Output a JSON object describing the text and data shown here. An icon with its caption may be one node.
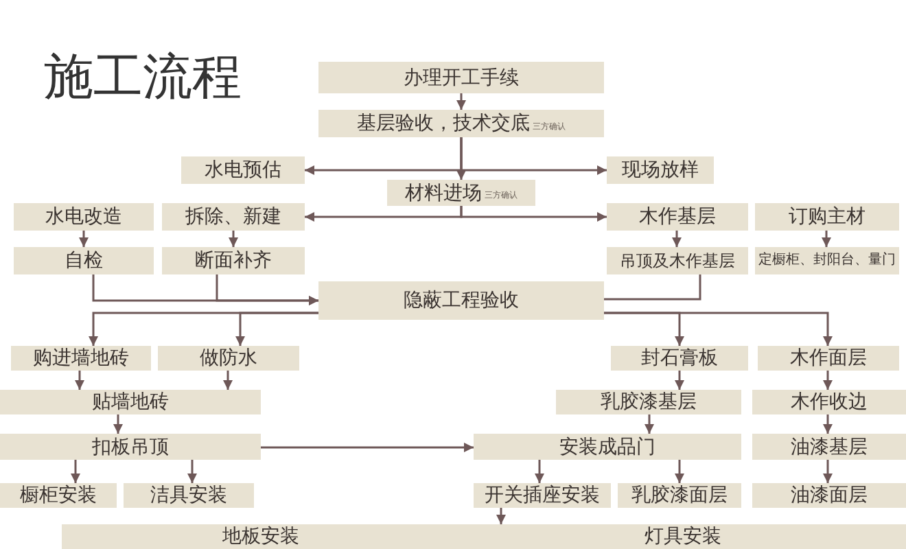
{
  "diagram": {
    "title": "施工流程",
    "nodes": [
      {
        "text": [
          "办理开工手续"
        ]
      },
      {
        "text": [
          "基层验收，技术交底",
          "三方确认"
        ]
      },
      {
        "text": [
          "水电预估"
        ]
      },
      {
        "text": [
          "现场放样"
        ]
      },
      {
        "text": [
          "材料进场",
          "三方确认"
        ]
      },
      {
        "text": [
          "水电改造"
        ]
      },
      {
        "text": [
          "拆除、新建"
        ]
      },
      {
        "text": [
          "木作基层"
        ]
      },
      {
        "text": [
          "订购主材"
        ]
      },
      {
        "text": [
          "自检"
        ]
      },
      {
        "text": [
          "断面补齐"
        ]
      },
      {
        "text": [
          "吊顶及木作基层"
        ]
      },
      {
        "text": [
          "定橱柜、封阳台、量门"
        ]
      },
      {
        "text": [
          "隐蔽工程验收"
        ]
      },
      {
        "text": [
          "购进墙地砖"
        ]
      },
      {
        "text": [
          "做防水"
        ]
      },
      {
        "text": [
          "封石膏板"
        ]
      },
      {
        "text": [
          "木作面层"
        ]
      },
      {
        "text": [
          "贴墙地砖"
        ]
      },
      {
        "text": [
          "乳胶漆基层"
        ]
      },
      {
        "text": [
          "木作收边"
        ]
      },
      {
        "text": [
          "扣板吊顶"
        ]
      },
      {
        "text": [
          "安装成品门"
        ]
      },
      {
        "text": [
          "油漆基层"
        ]
      },
      {
        "text": [
          "橱柜安装"
        ]
      },
      {
        "text": [
          "洁具安装"
        ]
      },
      {
        "text": [
          "开关插座安装"
        ]
      },
      {
        "text": [
          "乳胶漆面层"
        ]
      },
      {
        "text": [
          "油漆面层"
        ]
      },
      {
        "text": [
          "地板安装"
        ]
      },
      {
        "text": [
          "灯具安装"
        ]
      }
    ],
    "edges": [
      {
        "from": 0,
        "to": 1,
        "arrow": "to"
      },
      {
        "from": 1,
        "to": 2,
        "arrow": "to"
      },
      {
        "from": 1,
        "to": 3,
        "arrow": "to"
      },
      {
        "from": 1,
        "to": 4,
        "arrow": "to"
      },
      {
        "from": 4,
        "to": 6,
        "arrow": "to"
      },
      {
        "from": 4,
        "to": 7,
        "arrow": "to"
      },
      {
        "from": 5,
        "to": 9,
        "arrow": "to"
      },
      {
        "from": 6,
        "to": 10,
        "arrow": "to"
      },
      {
        "from": 7,
        "to": 11,
        "arrow": "to"
      },
      {
        "from": 8,
        "to": 12,
        "arrow": "to"
      },
      {
        "from": 9,
        "to": 13,
        "arrow": "to"
      },
      {
        "from": 10,
        "to": 13,
        "arrow": "to"
      },
      {
        "from": 11,
        "to": 13,
        "arrow": "none"
      },
      {
        "from": 13,
        "to": 14,
        "arrow": "to"
      },
      {
        "from": 13,
        "to": 15,
        "arrow": "to"
      },
      {
        "from": 13,
        "to": 16,
        "arrow": "to"
      },
      {
        "from": 13,
        "to": 17,
        "arrow": "to"
      },
      {
        "from": 14,
        "to": 18,
        "arrow": "to"
      },
      {
        "from": 15,
        "to": 18,
        "arrow": "to"
      },
      {
        "from": 18,
        "to": 21,
        "arrow": "to"
      },
      {
        "from": 21,
        "to": 24,
        "arrow": "to"
      },
      {
        "from": 21,
        "to": 25,
        "arrow": "to"
      },
      {
        "from": 21,
        "to": 22,
        "arrow": "to"
      },
      {
        "from": 16,
        "to": 19,
        "arrow": "to"
      },
      {
        "from": 19,
        "to": 22,
        "arrow": "to"
      },
      {
        "from": 22,
        "to": 26,
        "arrow": "to"
      },
      {
        "from": 22,
        "to": 27,
        "arrow": "to"
      },
      {
        "from": 26,
        "to": 30,
        "arrow": "to"
      },
      {
        "from": 17,
        "to": 20,
        "arrow": "to"
      },
      {
        "from": 20,
        "to": 23,
        "arrow": "to"
      },
      {
        "from": 23,
        "to": 28,
        "arrow": "to"
      }
    ]
  }
}
